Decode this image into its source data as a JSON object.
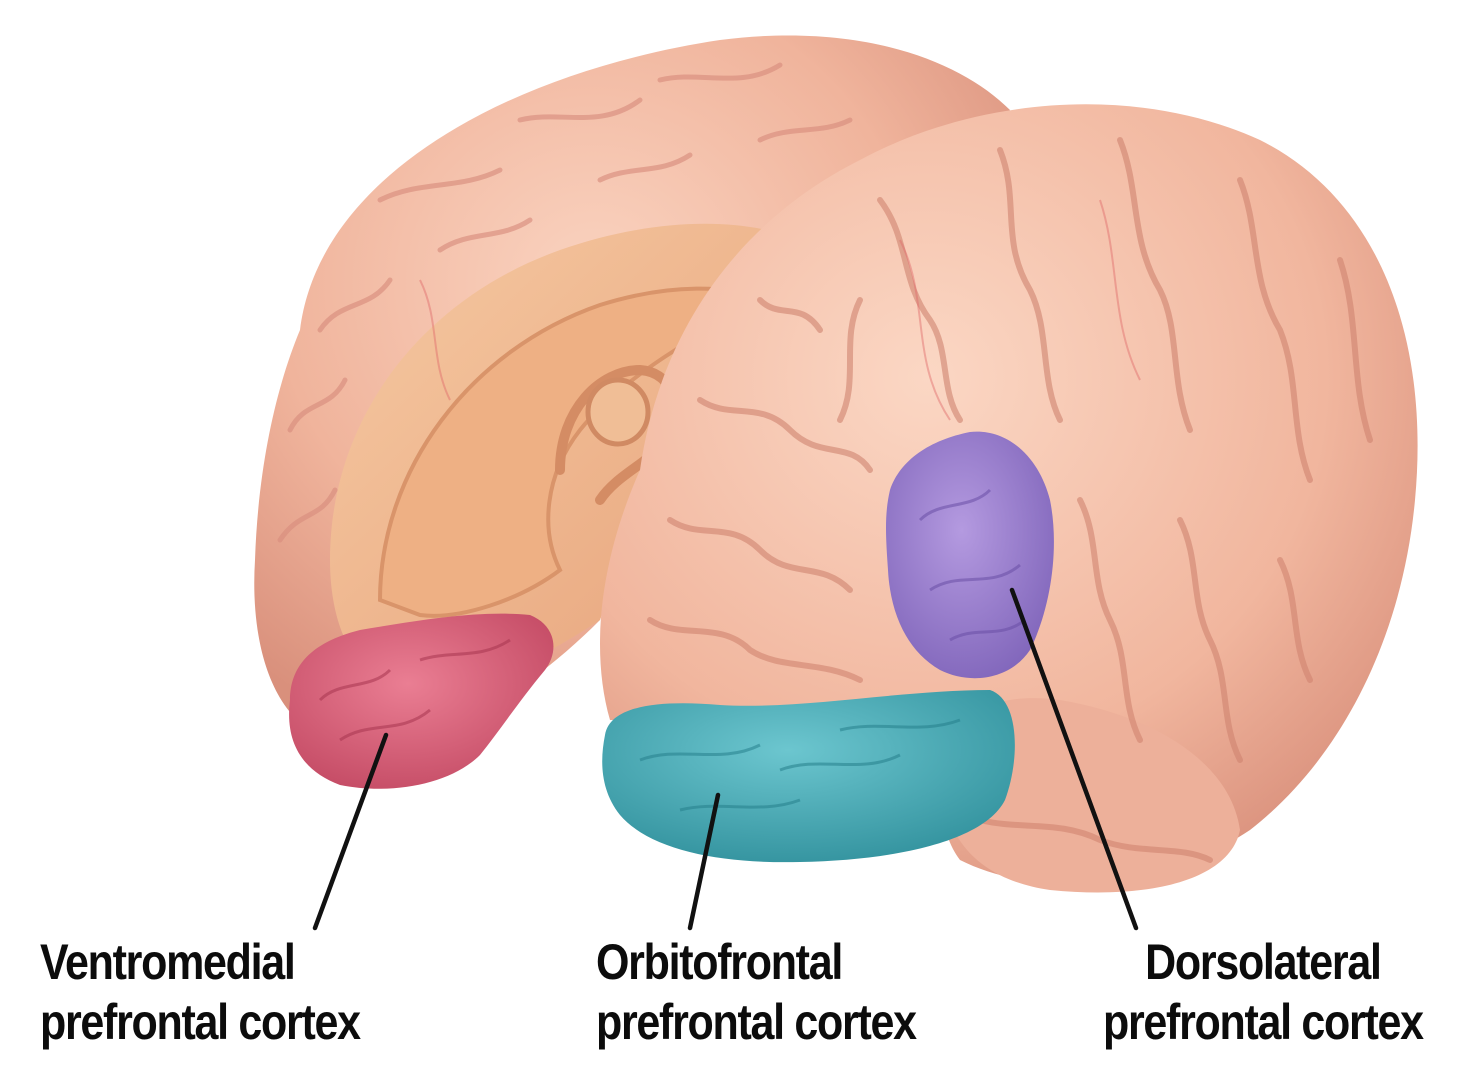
{
  "labels": {
    "vmpfc": {
      "line1": "Ventromedial",
      "line2": "prefrontal cortex"
    },
    "ofc": {
      "line1": "Orbitofrontal",
      "line2": "prefrontal cortex"
    },
    "dlpfc": {
      "line1": "Dorsolateral",
      "line2": "prefrontal cortex"
    }
  },
  "colors": {
    "background": "#ffffff",
    "brain_tissue": "#f2b8a0",
    "brain_shadow": "#d98a78",
    "medial_surface": "#f0b98e",
    "vmpfc_region": "#d9607a",
    "ofc_region": "#4aaeb8",
    "dlpfc_region": "#9a7fd0",
    "leader_line": "#111111"
  }
}
